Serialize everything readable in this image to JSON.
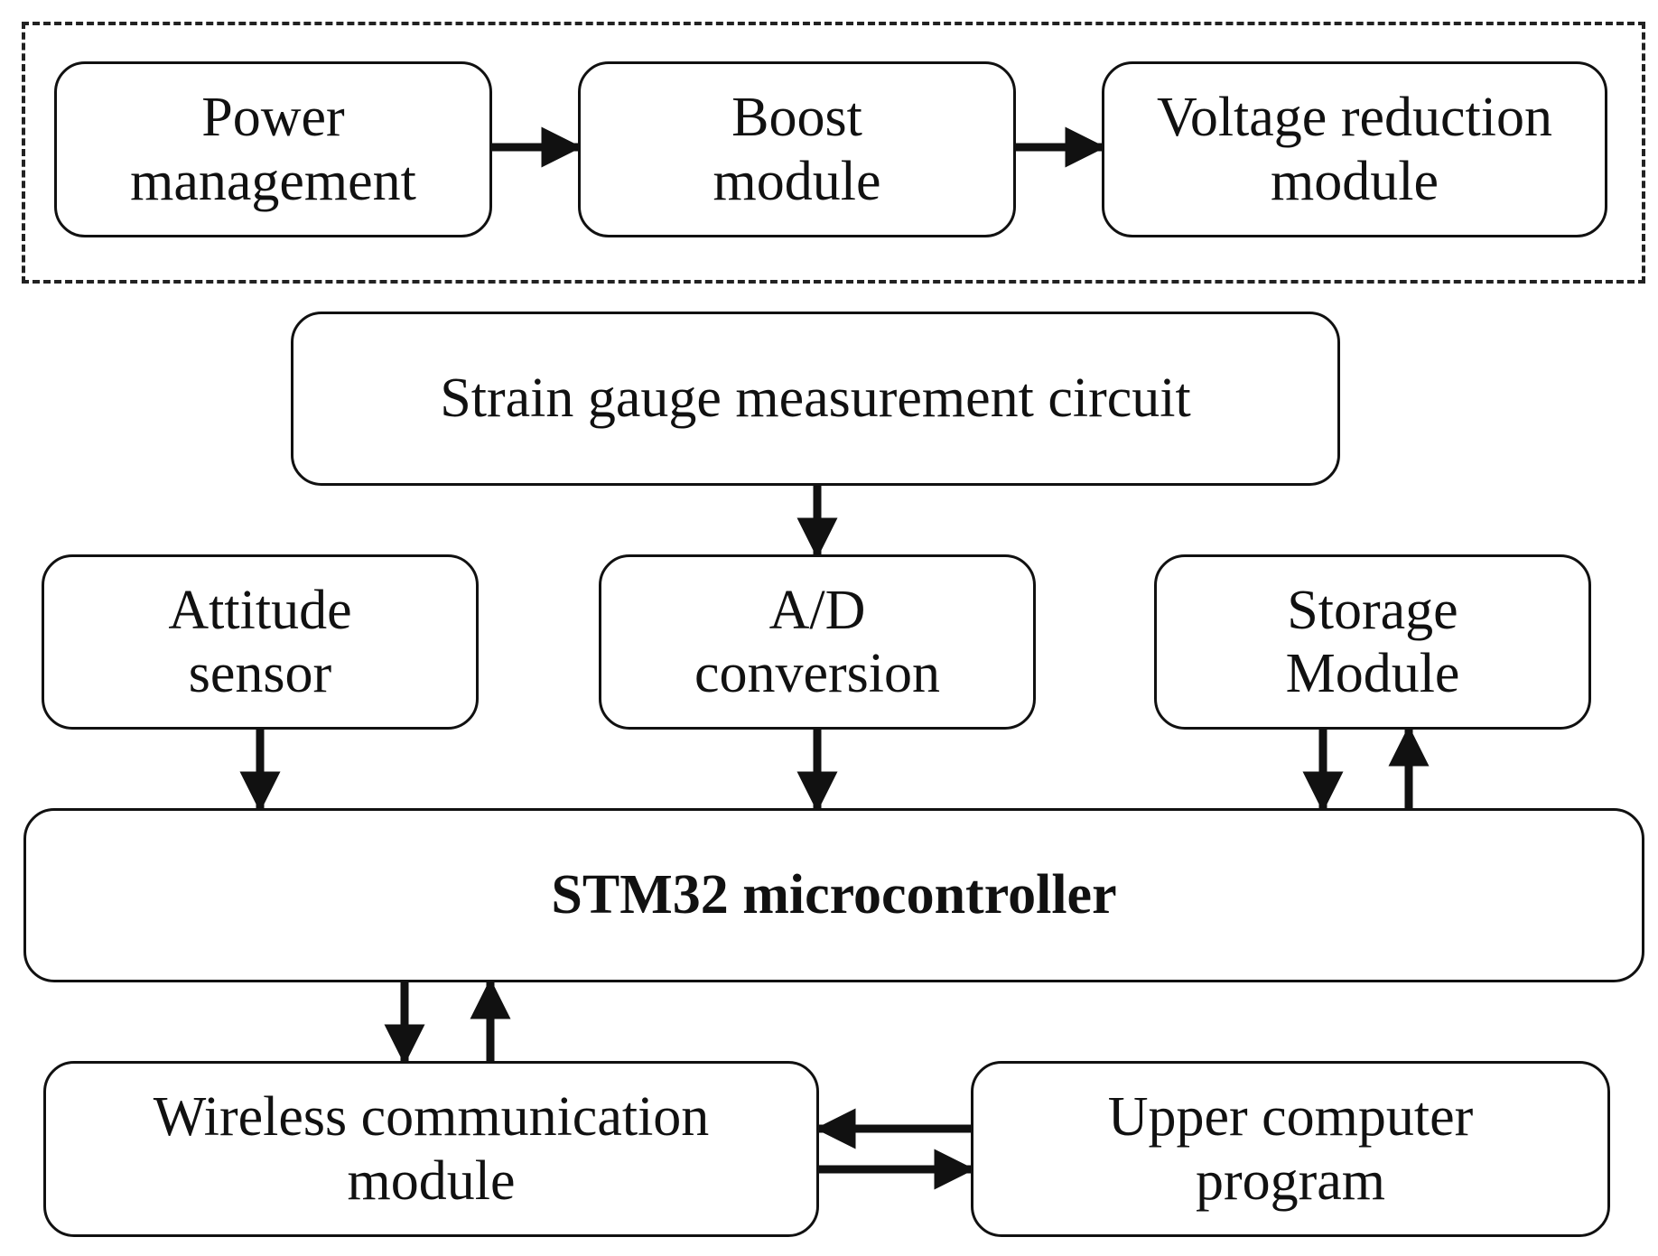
{
  "colors": {
    "stroke": "#111111",
    "background": "#ffffff",
    "frame": "#222222"
  },
  "power_group": {
    "power_management": {
      "line1": "Power",
      "line2": "management"
    },
    "boost_module": {
      "line1": "Boost",
      "line2": "module"
    },
    "voltage_reduction_module": {
      "line1": "Voltage reduction",
      "line2": "module"
    }
  },
  "strain_gauge": {
    "label": "Strain gauge measurement circuit"
  },
  "attitude_sensor": {
    "line1": "Attitude",
    "line2": "sensor"
  },
  "ad_conversion": {
    "line1": "A/D",
    "line2": "conversion"
  },
  "storage_module": {
    "line1": "Storage",
    "line2": "Module"
  },
  "mcu": {
    "label": "STM32 microcontroller"
  },
  "wireless_module": {
    "line1": "Wireless communication",
    "line2": "module"
  },
  "upper_computer": {
    "line1": "Upper computer",
    "line2": "program"
  },
  "connections": [
    {
      "from": "power_management",
      "to": "boost_module"
    },
    {
      "from": "boost_module",
      "to": "voltage_reduction_module"
    },
    {
      "from": "strain_gauge",
      "to": "ad_conversion"
    },
    {
      "from": "attitude_sensor",
      "to": "mcu"
    },
    {
      "from": "ad_conversion",
      "to": "mcu"
    },
    {
      "from": "storage_module",
      "to": "mcu"
    },
    {
      "from": "mcu",
      "to": "storage_module"
    },
    {
      "from": "mcu",
      "to": "wireless_module"
    },
    {
      "from": "wireless_module",
      "to": "mcu"
    },
    {
      "from": "upper_computer",
      "to": "wireless_module"
    },
    {
      "from": "wireless_module",
      "to": "upper_computer"
    }
  ]
}
